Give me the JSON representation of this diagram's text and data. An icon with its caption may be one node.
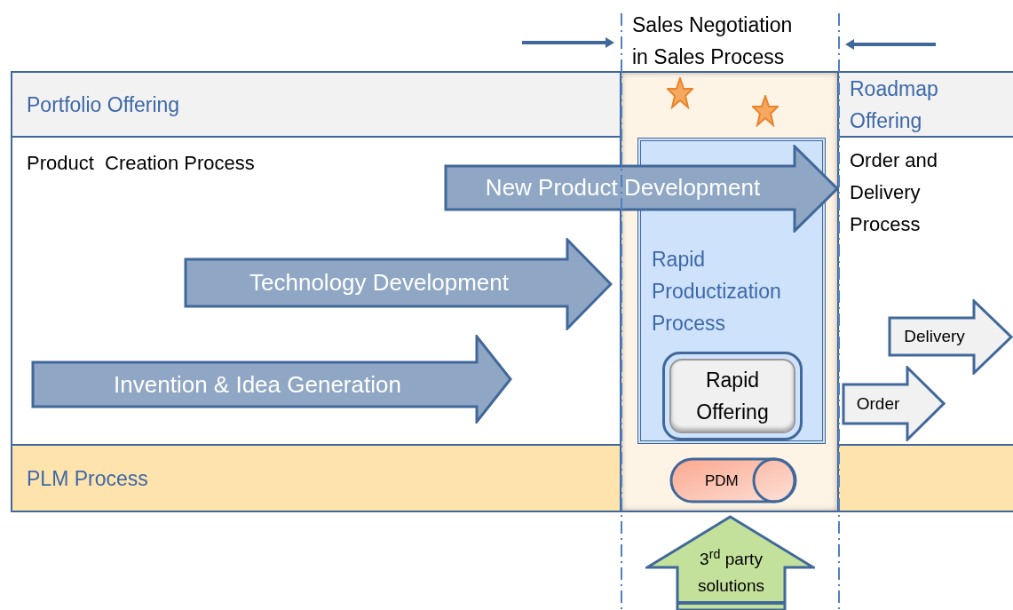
{
  "diagram": {
    "nodes": [
      {
        "text": [
          "Portfolio Offering"
        ]
      },
      {
        "text": [
          "Product  Creation Process"
        ]
      },
      {
        "text": [
          "PLM Process"
        ]
      },
      {
        "text": [
          "Sales Negotiation in Sales Process"
        ]
      },
      {
        "text": [
          "Rapid Productization Process"
        ],
        "in": 3
      },
      {
        "text": [
          "Rapid Offering"
        ],
        "in": 4
      },
      {
        "text": [
          "PDM"
        ],
        "in": 3
      },
      {
        "text": [
          "Roadmap Offering"
        ]
      },
      {
        "text": [
          "Order and Delivery Process"
        ]
      },
      {
        "text": [
          "New Product Development"
        ]
      },
      {
        "text": [
          "Technology Development"
        ],
        "in": 1
      },
      {
        "text": [
          "Invention & Idea Generation"
        ],
        "in": 1
      },
      {
        "text": [
          "Delivery"
        ],
        "in": 8
      },
      {
        "text": [
          "Order"
        ],
        "in": 8
      },
      {
        "text": [
          "3$^{rd}$ party solutions"
        ]
      }
    ]
  }
}
